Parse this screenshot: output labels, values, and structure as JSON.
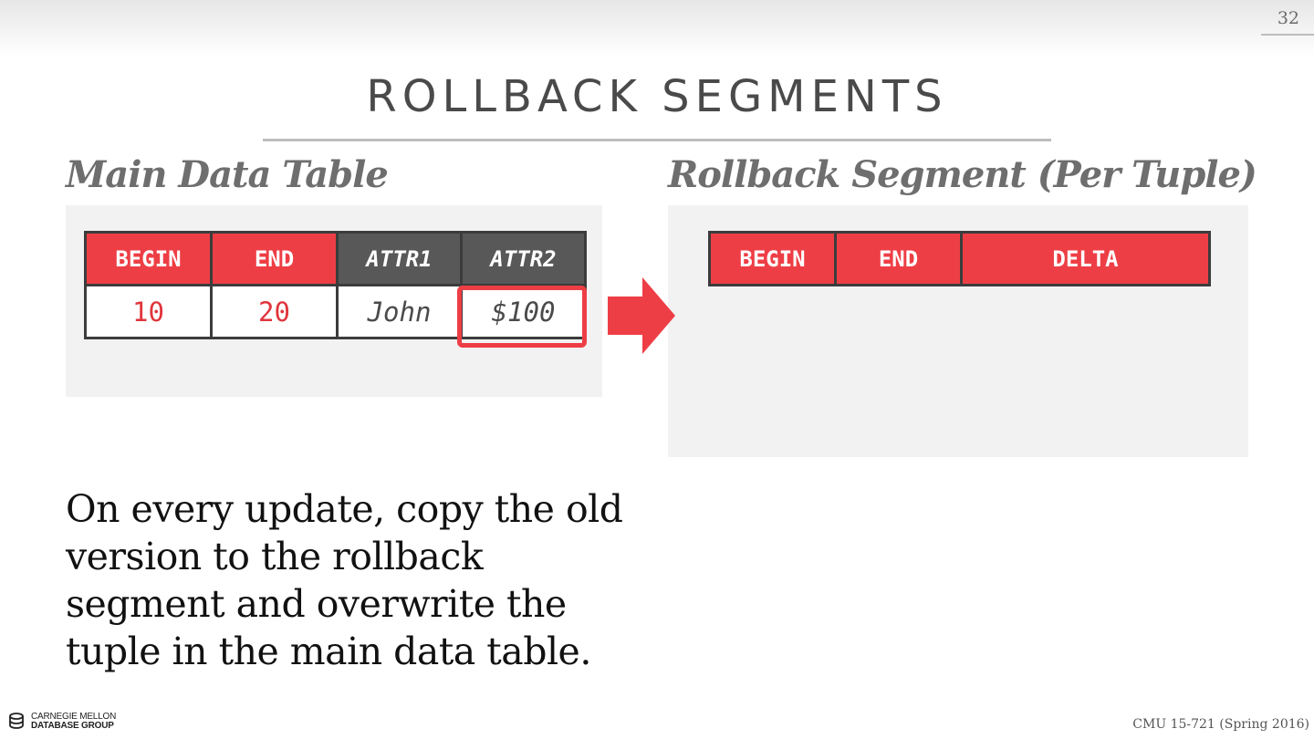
{
  "slide": {
    "page_number": "32",
    "title": "ROLLBACK SEGMENTS",
    "main_heading": "Main Data Table",
    "rollback_heading": "Rollback Segment (Per Tuple)",
    "body": "On every update, copy the old version to the rollback segment and overwrite the tuple in the main data table.",
    "course": "CMU 15-721 (Spring 2016)",
    "logo_line1": "CARNEGIE MELLON",
    "logo_line2": "DATABASE GROUP"
  },
  "main_table": {
    "headers": [
      "BEGIN",
      "END",
      "ATTR1",
      "ATTR2"
    ],
    "row": [
      "10",
      "20",
      "John",
      "$100"
    ]
  },
  "rollback_table": {
    "headers": [
      "BEGIN",
      "END",
      "DELTA"
    ]
  },
  "colors": {
    "accent_red": "#ee3e45",
    "dark_header": "#585858",
    "panel_bg": "#f2f2f2"
  },
  "icons": {
    "arrow": "right-arrow-icon",
    "logo": "database-stack-icon"
  }
}
